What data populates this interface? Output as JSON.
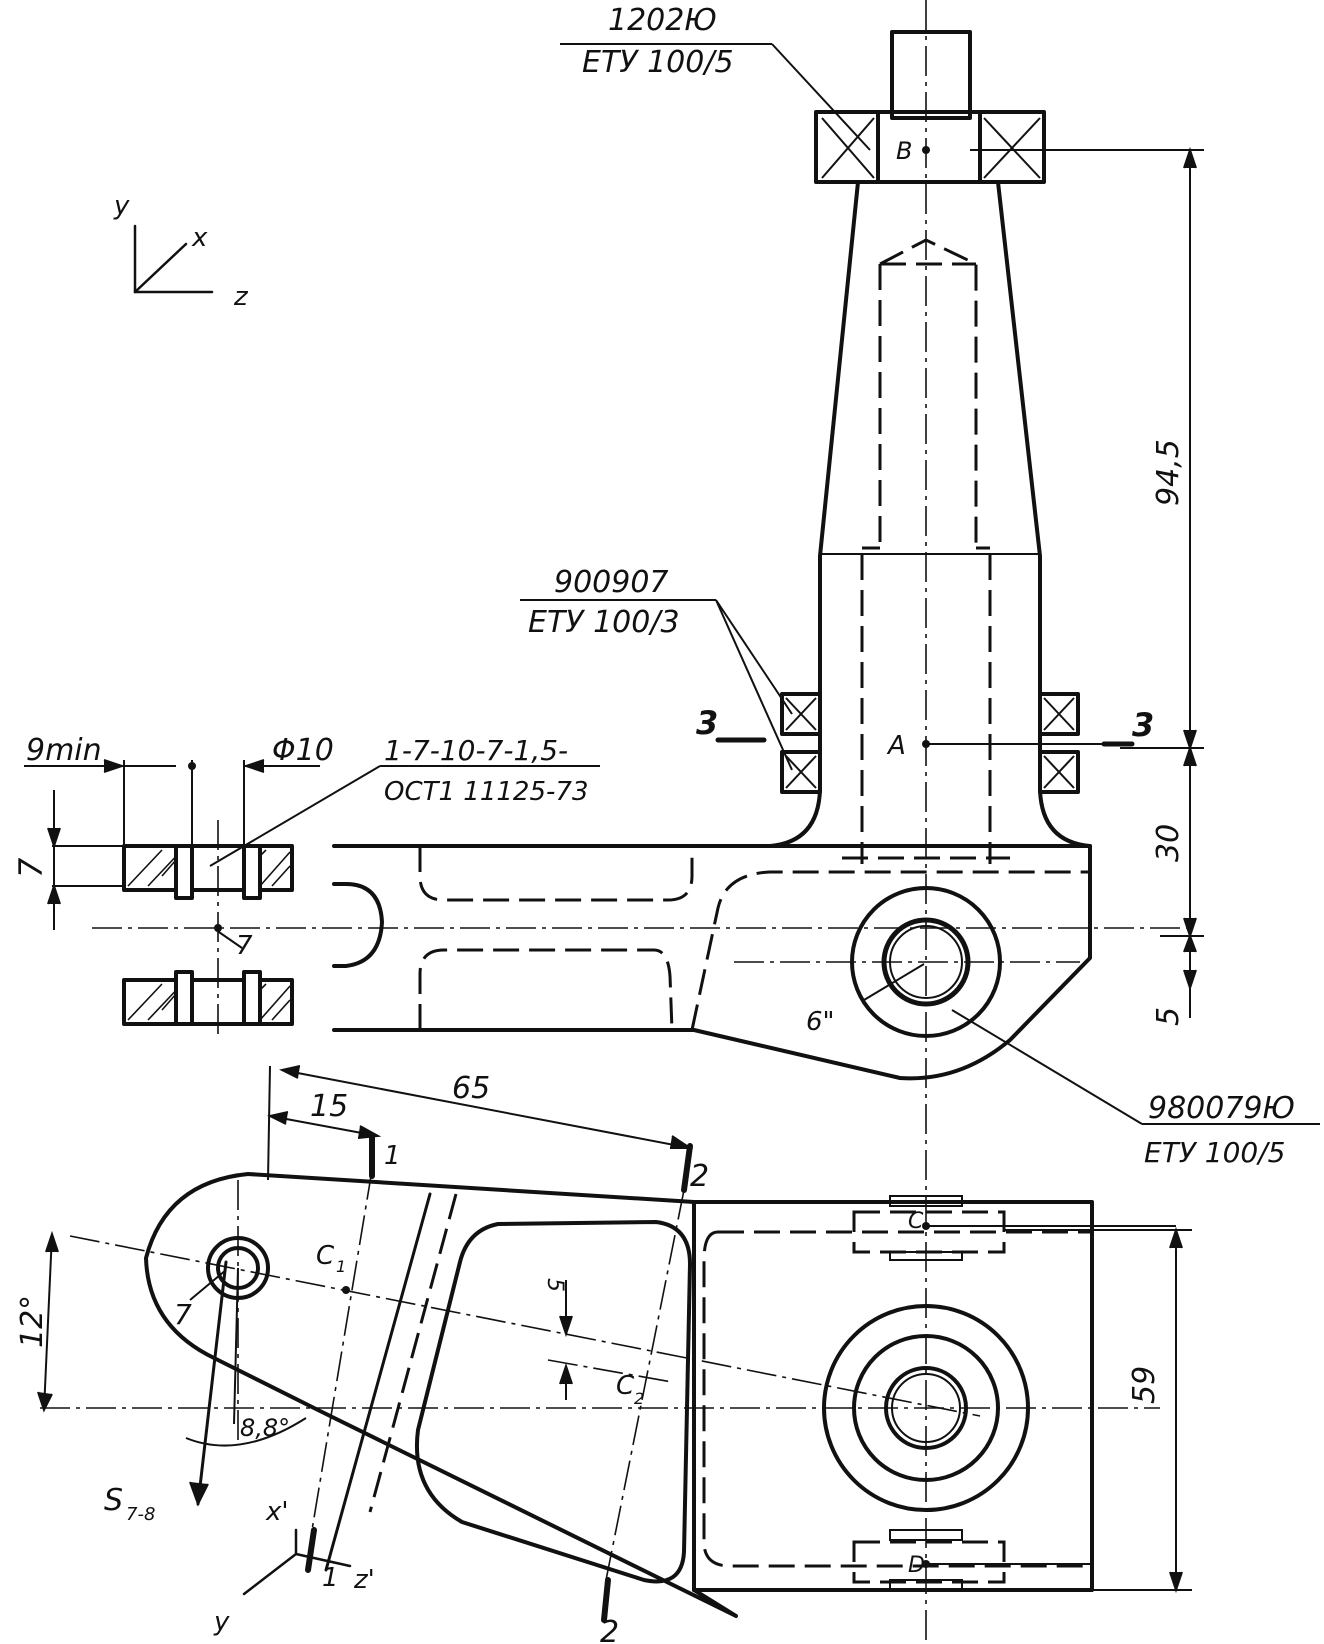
{
  "axes_top": {
    "y": "y",
    "x": "x",
    "z": "z"
  },
  "axes_bottom": {
    "x": "x'",
    "y": "y",
    "z": "z'"
  },
  "bearing_top": {
    "code": "1202Ю",
    "spec": "ЕТУ 100/5"
  },
  "bearing_mid": {
    "code": "900907",
    "spec": "ЕТУ 100/3"
  },
  "bearing_right": {
    "code": "980079Ю",
    "spec": "ЕТУ 100/5"
  },
  "rivet": {
    "code": "1-7-10-7-1,5-",
    "spec": "ОСТ1 11125-73"
  },
  "points": {
    "a": "A",
    "b": "B",
    "c": "C",
    "d": "D",
    "c1": "C",
    "c1_sub": "1",
    "c2": "C",
    "c2_sub": "2"
  },
  "dimensions": {
    "d94": "94,5",
    "d30": "30",
    "d5": "5",
    "d7": "7",
    "d9min": "9min",
    "d10": "Φ10",
    "d65": "65",
    "d15": "15",
    "d59": "59",
    "d12deg": "12°",
    "d88deg": "8,8°",
    "d5small": "5",
    "d6": "6\"",
    "p7a": "7",
    "p7b": "7"
  },
  "sections": {
    "s3": "3",
    "s1": "1",
    "s2": "2"
  },
  "force": {
    "s": "S",
    "sub": "7-8"
  }
}
